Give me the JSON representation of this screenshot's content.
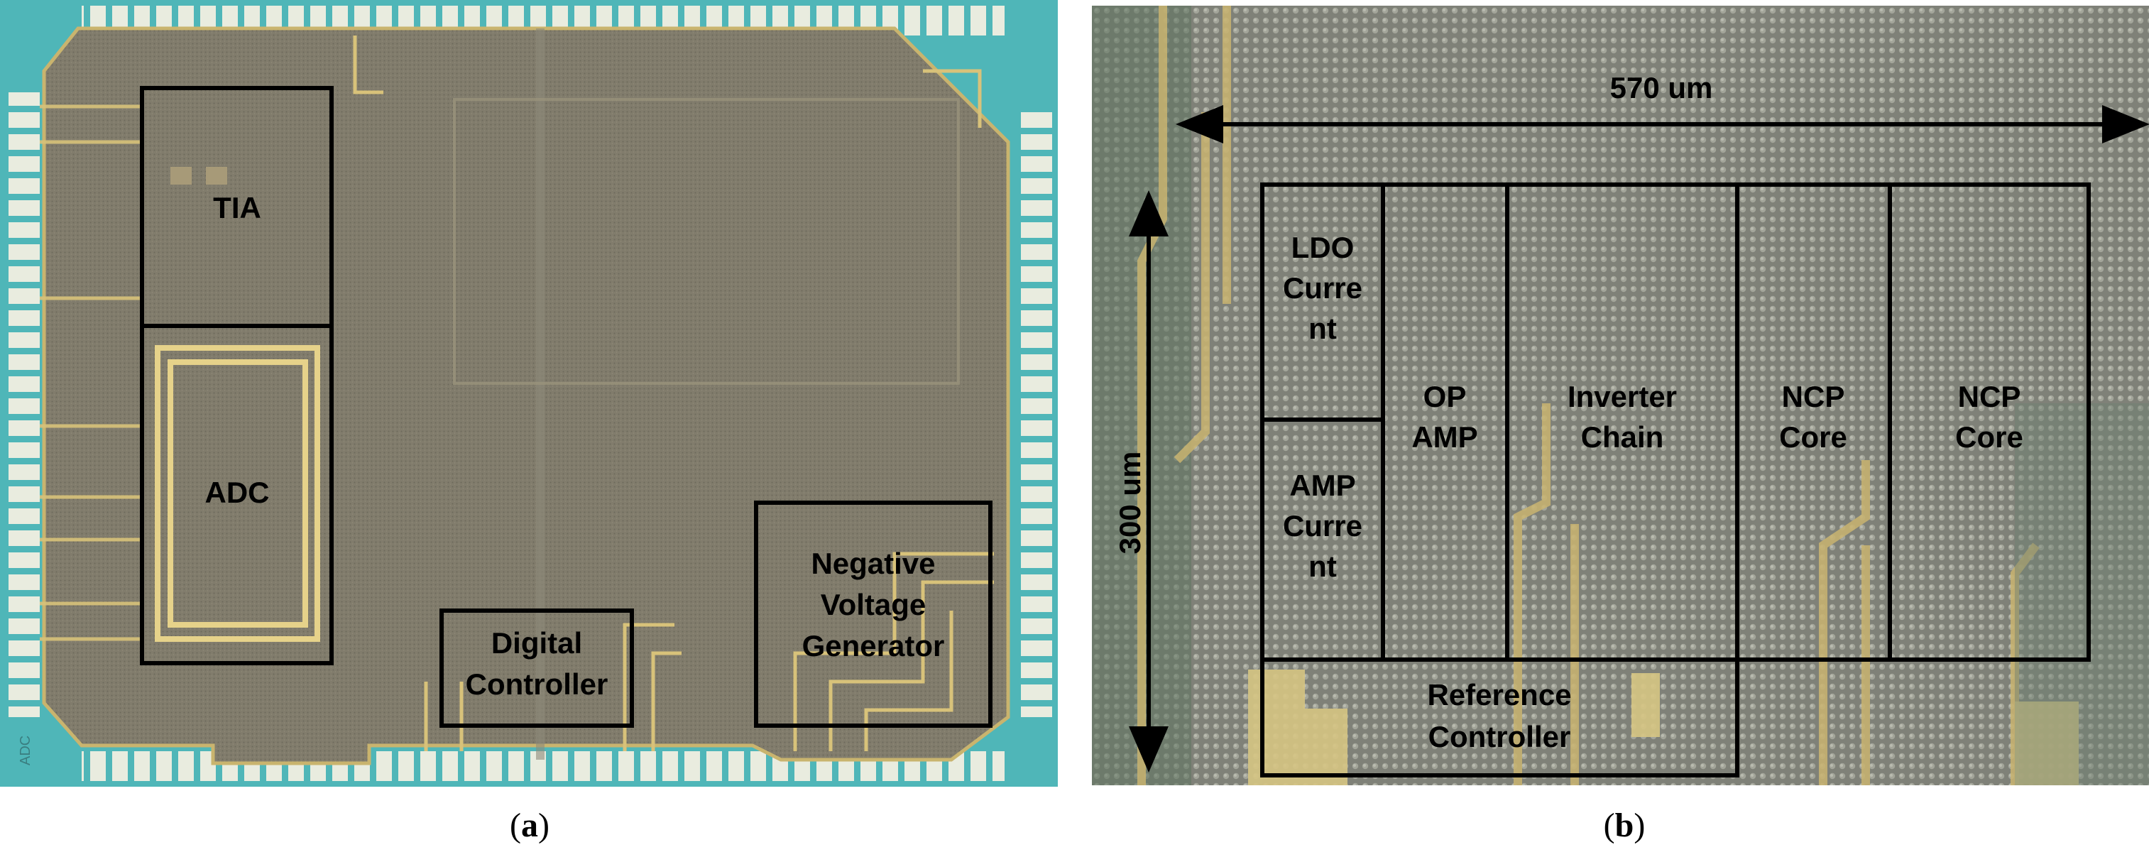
{
  "panel_a": {
    "chip_marking": "ADC",
    "labels": {
      "tia": "TIA",
      "adc": "ADC",
      "digital_controller": [
        "Digital",
        "Controller"
      ],
      "negative_voltage_generator": [
        "Negative",
        "Voltage",
        "Generator"
      ]
    },
    "caption": "a"
  },
  "panel_b": {
    "width_dimension": "570 um",
    "height_dimension": "300 um",
    "labels": {
      "ldo_current": [
        "LDO",
        "Curre",
        "nt"
      ],
      "amp_current": [
        "AMP",
        "Curre",
        "nt"
      ],
      "op_amp": [
        "OP",
        "AMP"
      ],
      "inverter_chain": [
        "Inverter",
        "Chain"
      ],
      "ncp_core_1": [
        "NCP",
        "Core"
      ],
      "ncp_core_2": [
        "NCP",
        "Core"
      ],
      "reference_controller": [
        "Reference",
        "Controller"
      ]
    },
    "caption": "b"
  },
  "colors": {
    "die_a": "#7f7a6a",
    "die_b": "#85887d",
    "substrate": "#4fb6b8",
    "metal": "#d8c27a",
    "annotation": "#000000"
  }
}
